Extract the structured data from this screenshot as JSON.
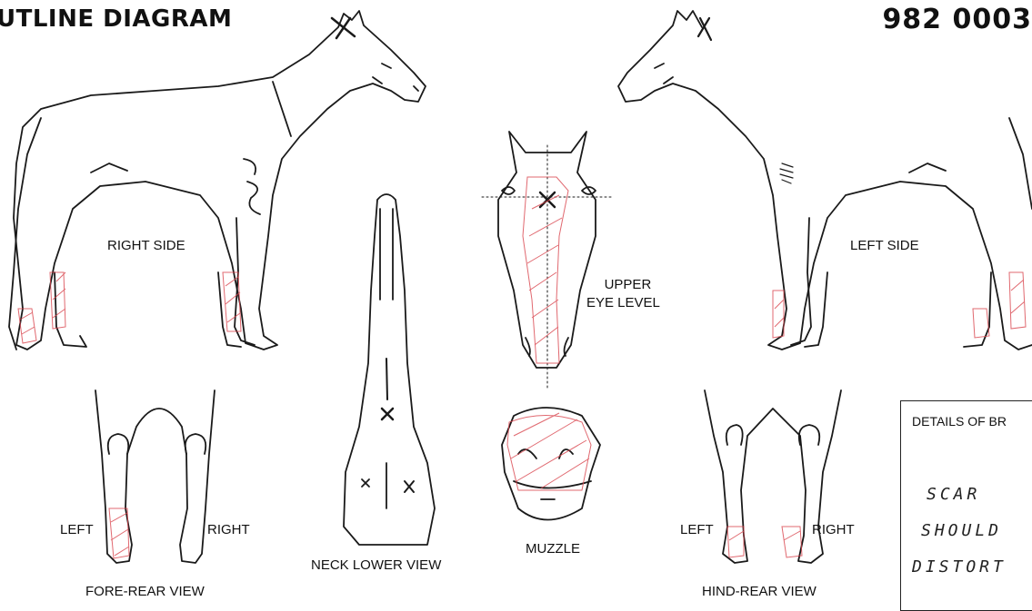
{
  "header": {
    "title": "UTLINE DIAGRAM",
    "number": "982  0003"
  },
  "views": {
    "right_side": "RIGHT SIDE",
    "left_side": "LEFT SIDE",
    "upper_eye_level_line1": "UPPER",
    "upper_eye_level_line2": "EYE LEVEL",
    "neck_lower_view": "NECK LOWER VIEW",
    "muzzle": "MUZZLE",
    "fore_rear_view": "FORE-REAR VIEW",
    "hind_rear_view": "HIND-REAR VIEW",
    "fore_left": "LEFT",
    "fore_right": "RIGHT",
    "hind_left": "LEFT",
    "hind_right": "RIGHT"
  },
  "details": {
    "heading": "DETAILS OF BR",
    "notes": [
      "SCAR",
      "SHOULD",
      "DISTORT"
    ]
  },
  "colors": {
    "line": "#1a1a1a",
    "marking": "#d9434c"
  }
}
